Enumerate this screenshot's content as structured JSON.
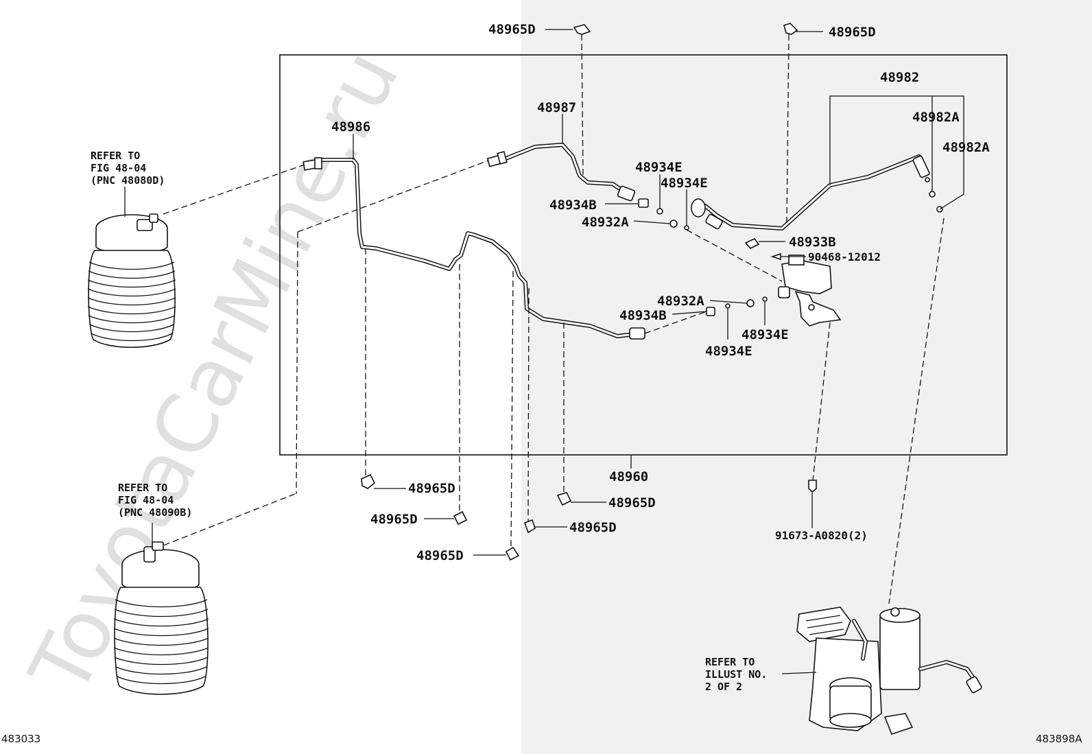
{
  "watermark": "ToyotaCarMine.ru",
  "footer": {
    "left_code": "483033",
    "right_code": "483898A"
  },
  "refers": {
    "fig_a": [
      "REFER TO",
      "FIG 48-04",
      "(PNC 48080D)"
    ],
    "fig_b": [
      "REFER TO",
      "FIG 48-04",
      "(PNC 48090B)"
    ],
    "illust": [
      "REFER TO",
      "ILLUST NO.",
      "2 OF 2"
    ]
  },
  "labels": {
    "l48965D_top_left": "48965D",
    "l48965D_top_right": "48965D",
    "l48982": "48982",
    "l48982A_1": "48982A",
    "l48982A_2": "48982A",
    "l48987": "48987",
    "l48986": "48986",
    "l48934E_1": "48934E",
    "l48934E_2": "48934E",
    "l48934B_1": "48934B",
    "l48932A_1": "48932A",
    "l48933B": "48933B",
    "l90468": "90468-12012",
    "l48932A_2": "48932A",
    "l48934B_2": "48934B",
    "l48934E_3": "48934E",
    "l48934E_4": "48934E",
    "l48960": "48960",
    "l48965D_b1": "48965D",
    "l48965D_b2": "48965D",
    "l48965D_b3": "48965D",
    "l48965D_b4": "48965D",
    "l48965D_b5": "48965D",
    "l91673": "91673-A0820(2)"
  }
}
